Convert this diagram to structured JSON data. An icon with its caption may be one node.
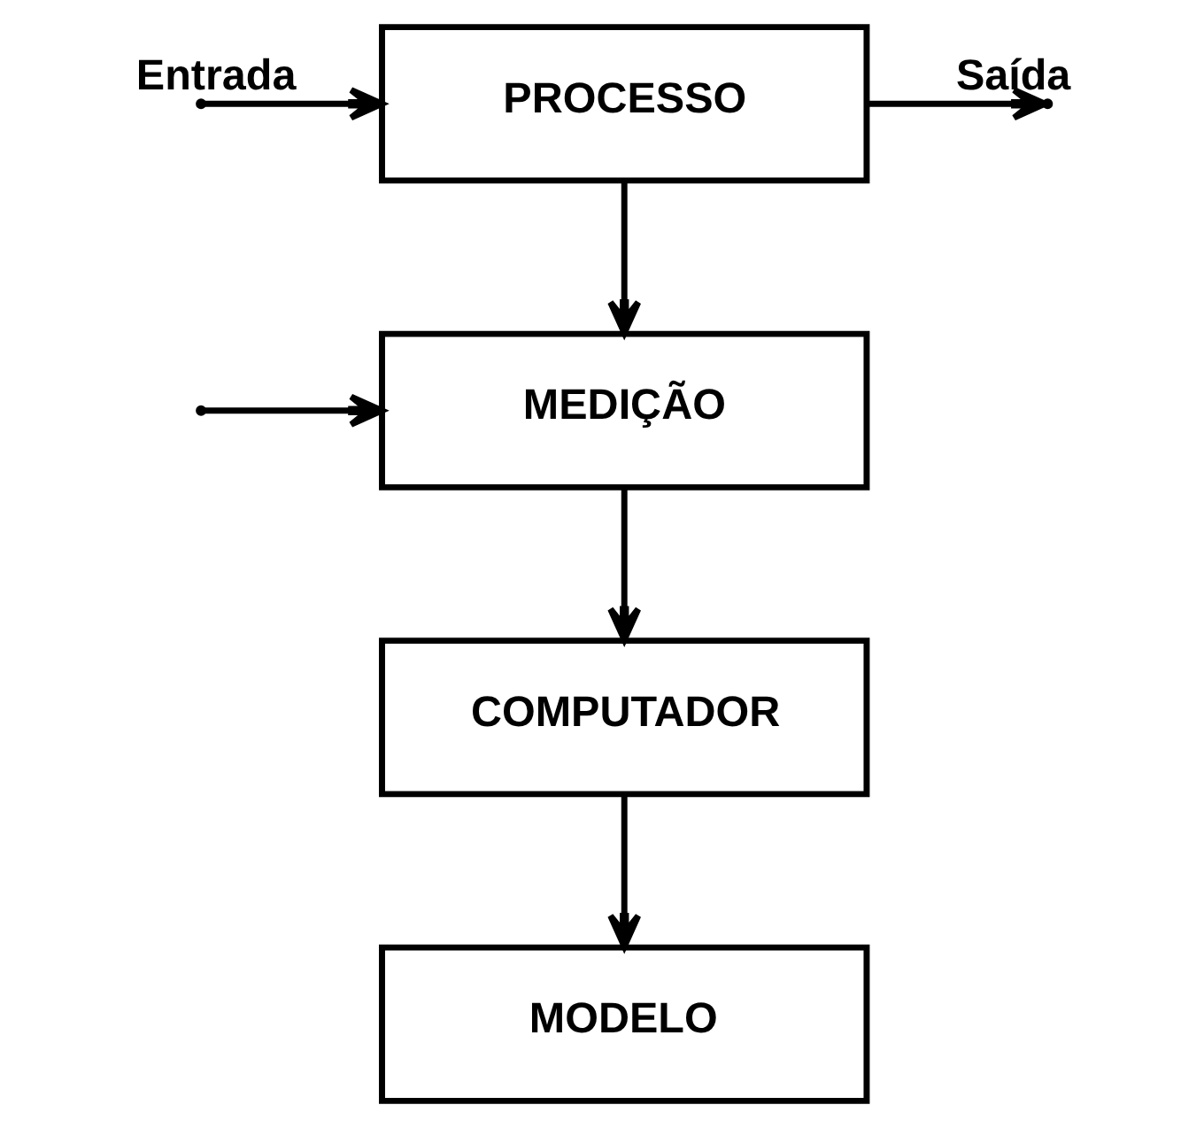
{
  "diagram": {
    "nodes": [
      {
        "text": [
          "PROCESSO"
        ]
      },
      {
        "text": [
          "MEDIÇÃO"
        ]
      },
      {
        "text": [
          "COMPUTADOR"
        ]
      },
      {
        "text": [
          "MODELO"
        ]
      }
    ],
    "edges": [
      {
        "from": null,
        "to": 0,
        "arrow": "to",
        "label": "Entrada"
      },
      {
        "from": null,
        "to": 1,
        "arrow": "to"
      },
      {
        "from": 0,
        "to": null,
        "arrow": "to",
        "label": "Saída"
      },
      {
        "from": 0,
        "to": 1,
        "arrow": "to"
      },
      {
        "from": 1,
        "to": 2,
        "arrow": "to"
      },
      {
        "from": 2,
        "to": 3,
        "arrow": "to"
      }
    ]
  }
}
